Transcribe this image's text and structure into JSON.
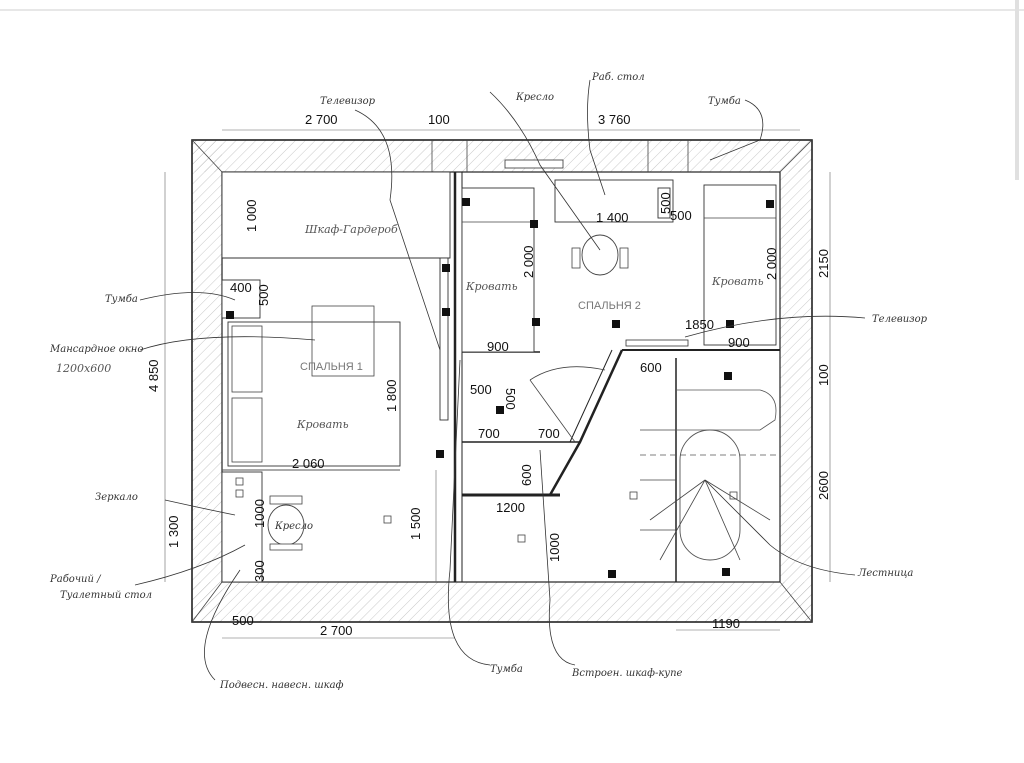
{
  "dimensions": {
    "top": [
      "2 700",
      "100",
      "3 760"
    ],
    "bottom": [
      "500",
      "2 700",
      "1190"
    ],
    "left": [
      "4 850",
      "1 300"
    ],
    "right": [
      "2150",
      "100",
      "2600"
    ],
    "interior": {
      "wardrobe_depth": "1 000",
      "nightstand_w": "400",
      "nightstand_d": "500",
      "bed1_len": "1 800",
      "bed1_w": "2 060",
      "desk_w": "1000",
      "desk_d": "300",
      "corridor_1500": "1 500",
      "bed2_len": "2 000",
      "bed3_len": "2 000",
      "desk2_w": "1 400",
      "d500a": "500",
      "d500b": "500",
      "d900a": "900",
      "d900b": "900",
      "d500c": "500",
      "d500d": "500",
      "d700a": "700",
      "d700b": "700",
      "d600a": "600",
      "d1850": "1850",
      "d600b": "600",
      "d1200": "1200",
      "d1000": "1000"
    }
  },
  "rooms": {
    "bedroom1": "СПАЛЬНЯ 1",
    "bedroom2": "СПАЛЬНЯ 2"
  },
  "furniture": {
    "wardrobe": "Шкаф-Гардероб",
    "bed1": "Кровать",
    "bed2": "Кровать",
    "bed3": "Кровать",
    "chair1": "Кресло"
  },
  "annotations": {
    "tv1": "Телевизор",
    "chair2": "Кресло",
    "work_desk": "Раб. стол",
    "nightstand_tr": "Тумба",
    "nightstand_l": "Тумба",
    "window": "Мансардное окно",
    "window_size": "1200х600",
    "mirror": "Зеркало",
    "work_desk2": "Рабочий /",
    "dressing_table": "Туалетный стол",
    "hanging_cabinet": "Подвесн. навесн. шкаф",
    "nightstand_b": "Тумба",
    "builtin_wardrobe": "Встроен. шкаф-купе",
    "tv2": "Телевизор",
    "stairs": "Лестница"
  }
}
